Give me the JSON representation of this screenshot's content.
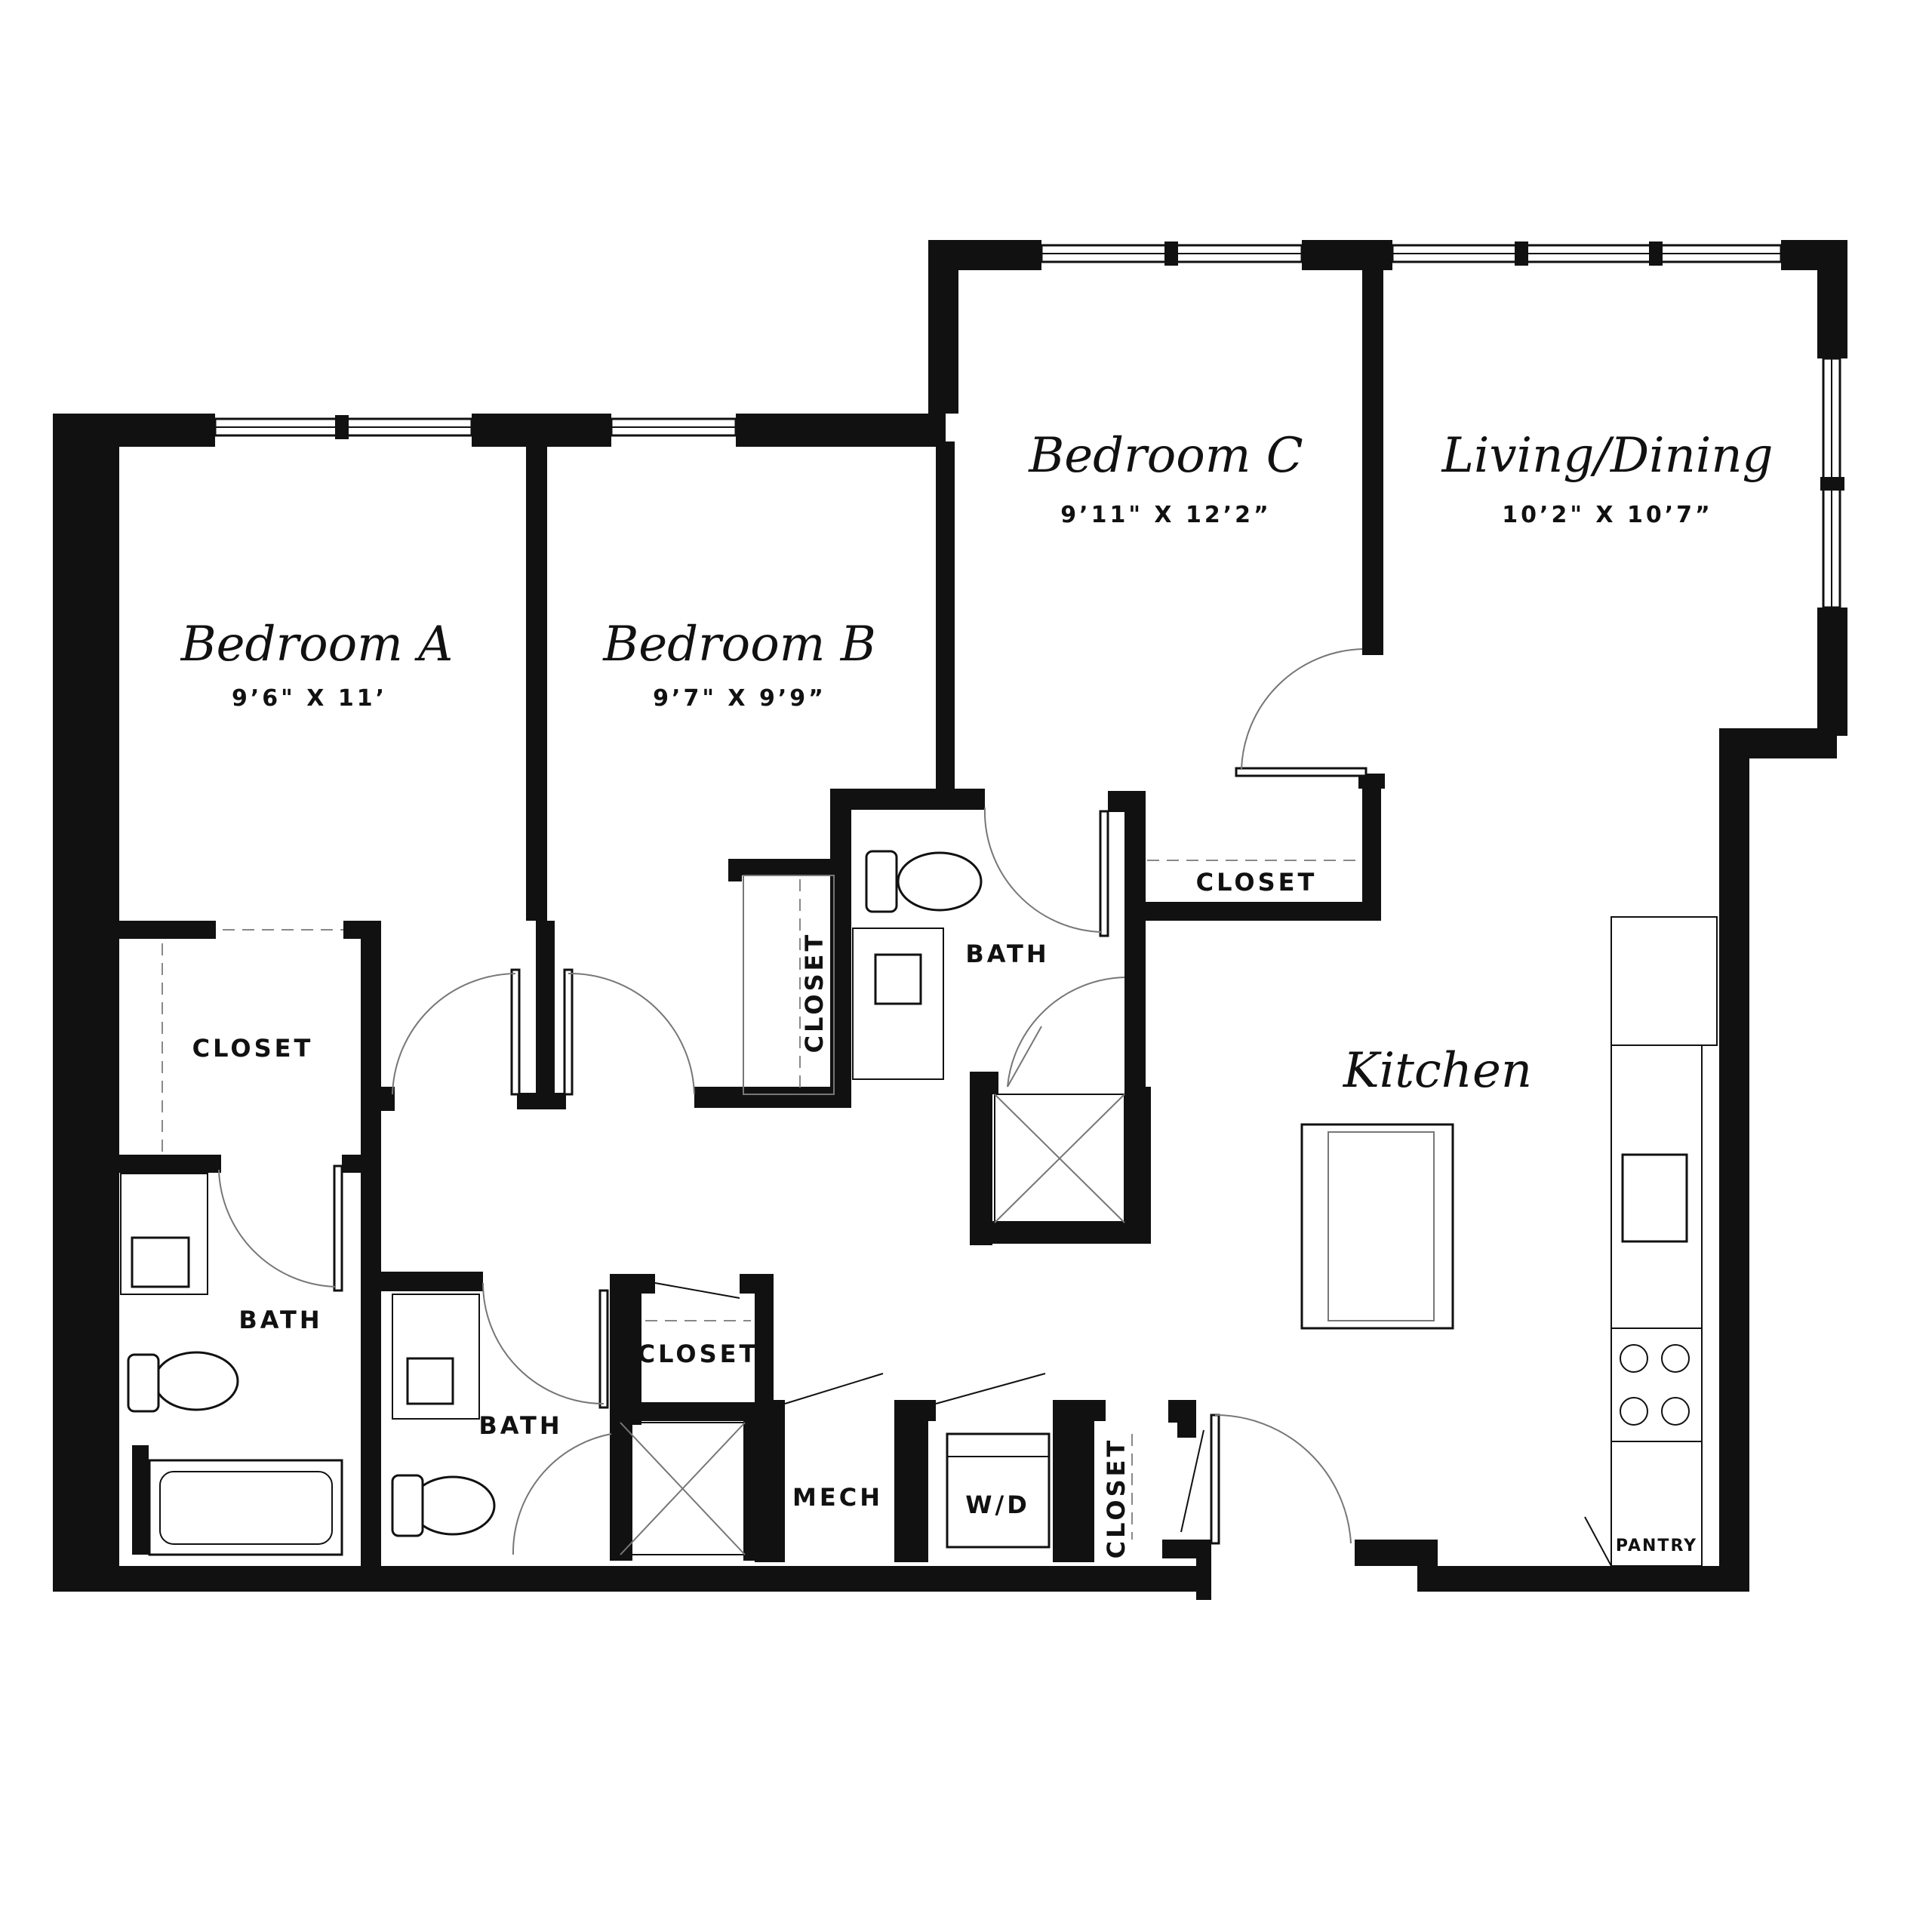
{
  "rooms": {
    "bedroom_a": {
      "name": "Bedroom A",
      "dims": "9’6\" X 11’"
    },
    "bedroom_b": {
      "name": "Bedroom B",
      "dims": "9’7\" X 9’9”"
    },
    "bedroom_c": {
      "name": "Bedroom C",
      "dims": "9’11\" X 12’2”"
    },
    "living": {
      "name": "Living/Dining",
      "dims": "10’2\" X 10’7”"
    },
    "kitchen": {
      "name": "Kitchen"
    }
  },
  "utility_labels": {
    "closet": "CLOSET",
    "bath": "BATH",
    "mech": "MECH",
    "wd": "W/D",
    "pantry": "PANTRY"
  },
  "colors": {
    "wall": "#111111",
    "background": "#ffffff"
  }
}
